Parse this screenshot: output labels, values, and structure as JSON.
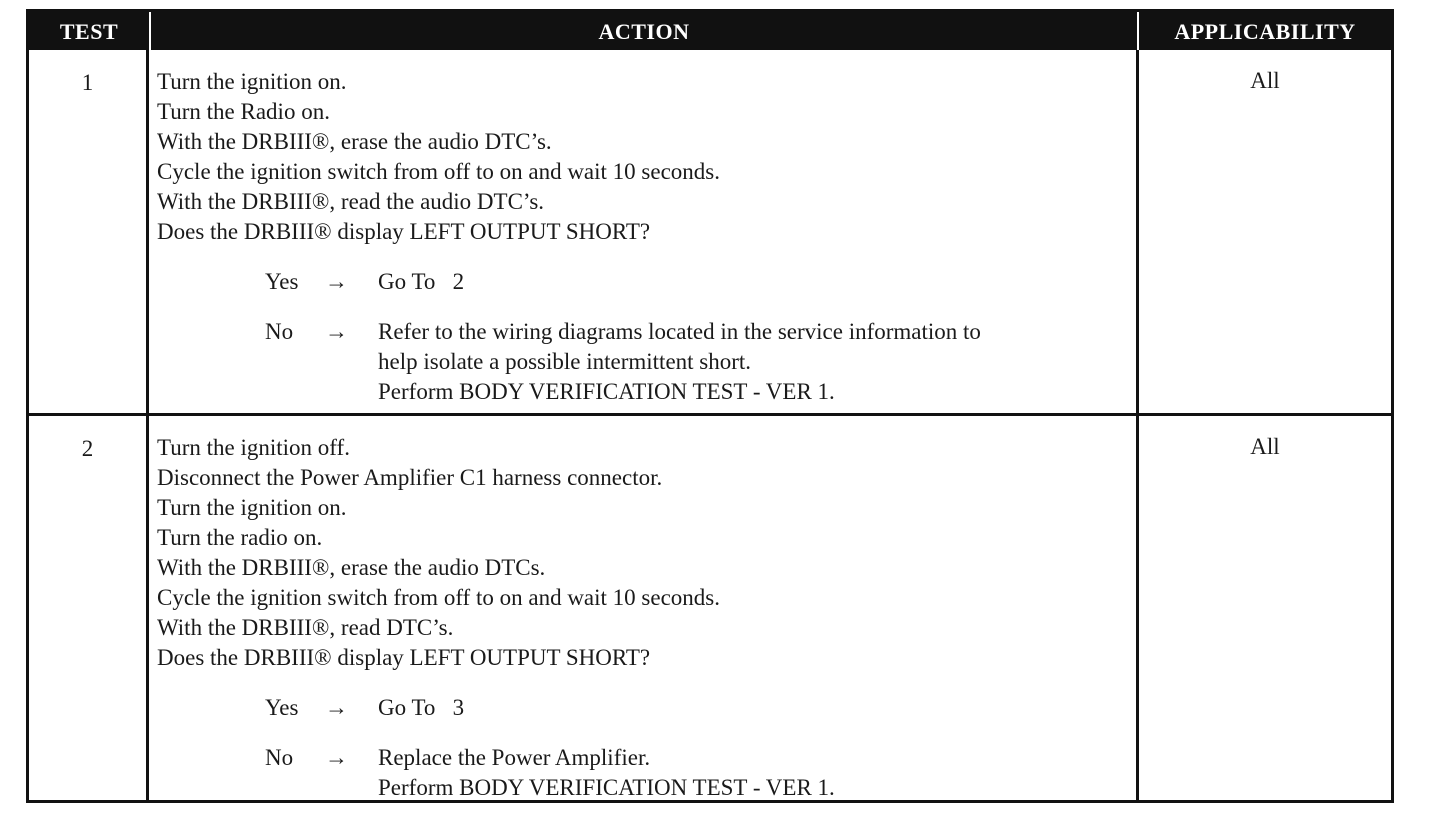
{
  "header": {
    "test": "TEST",
    "action": "ACTION",
    "applicability": "APPLICABILITY"
  },
  "rows": [
    {
      "test": "1",
      "applicability": "All",
      "steps": [
        "Turn the ignition on.",
        "Turn the Radio on.",
        "With the DRBIII®, erase the audio DTC’s.",
        "Cycle the ignition switch from off to on and wait 10 seconds.",
        "With the DRBIII®, read the audio DTC’s.",
        "Does the DRBIII® display LEFT OUTPUT SHORT?"
      ],
      "yes": {
        "label": "Yes",
        "arrow": "→",
        "lines": [
          "Go To   2"
        ]
      },
      "no": {
        "label": "No",
        "arrow": "→",
        "lines": [
          "Refer to the wiring diagrams located in the service information to",
          "help isolate a possible intermittent short.",
          "Perform BODY VERIFICATION TEST - VER 1."
        ]
      }
    },
    {
      "test": "2",
      "applicability": "All",
      "steps": [
        "Turn the ignition off.",
        "Disconnect the Power Amplifier C1 harness connector.",
        "Turn the ignition on.",
        "Turn the radio on.",
        "With the DRBIII®, erase the audio DTCs.",
        "Cycle the ignition switch from off to on and wait 10 seconds.",
        "With the DRBIII®, read DTC’s.",
        "Does the DRBIII® display LEFT OUTPUT SHORT?"
      ],
      "yes": {
        "label": "Yes",
        "arrow": "→",
        "lines": [
          "Go To   3"
        ]
      },
      "no": {
        "label": "No",
        "arrow": "→",
        "lines": [
          "Replace the Power Amplifier.",
          "Perform BODY VERIFICATION TEST - VER 1."
        ]
      }
    }
  ]
}
